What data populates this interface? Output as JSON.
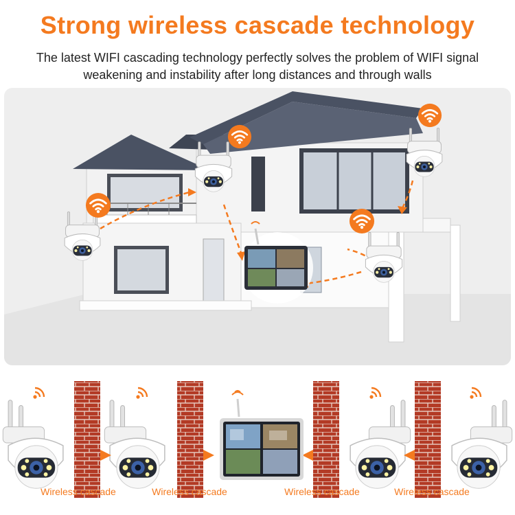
{
  "header": {
    "title": "Strong wireless cascade technology",
    "subtitle_line1": "The latest WIFI cascading technology perfectly solves the problem of WIFI signal",
    "subtitle_line2": "weakening and instability after long distances and through walls"
  },
  "cascade_labels": [
    "Wireless cascade",
    "Wireless cascade",
    "Wireless cascade",
    "Wireless cascade"
  ],
  "icons": {
    "camera": "security-camera-icon",
    "wifi": "wifi-signal-icon",
    "monitor": "nvr-monitor-icon",
    "wall": "brick-wall-icon",
    "arrow": "cascade-arrow-icon"
  },
  "colors": {
    "accent": "#f47a1f",
    "brick": "#b33a25",
    "roof": "#4a5263",
    "text": "#222222"
  }
}
